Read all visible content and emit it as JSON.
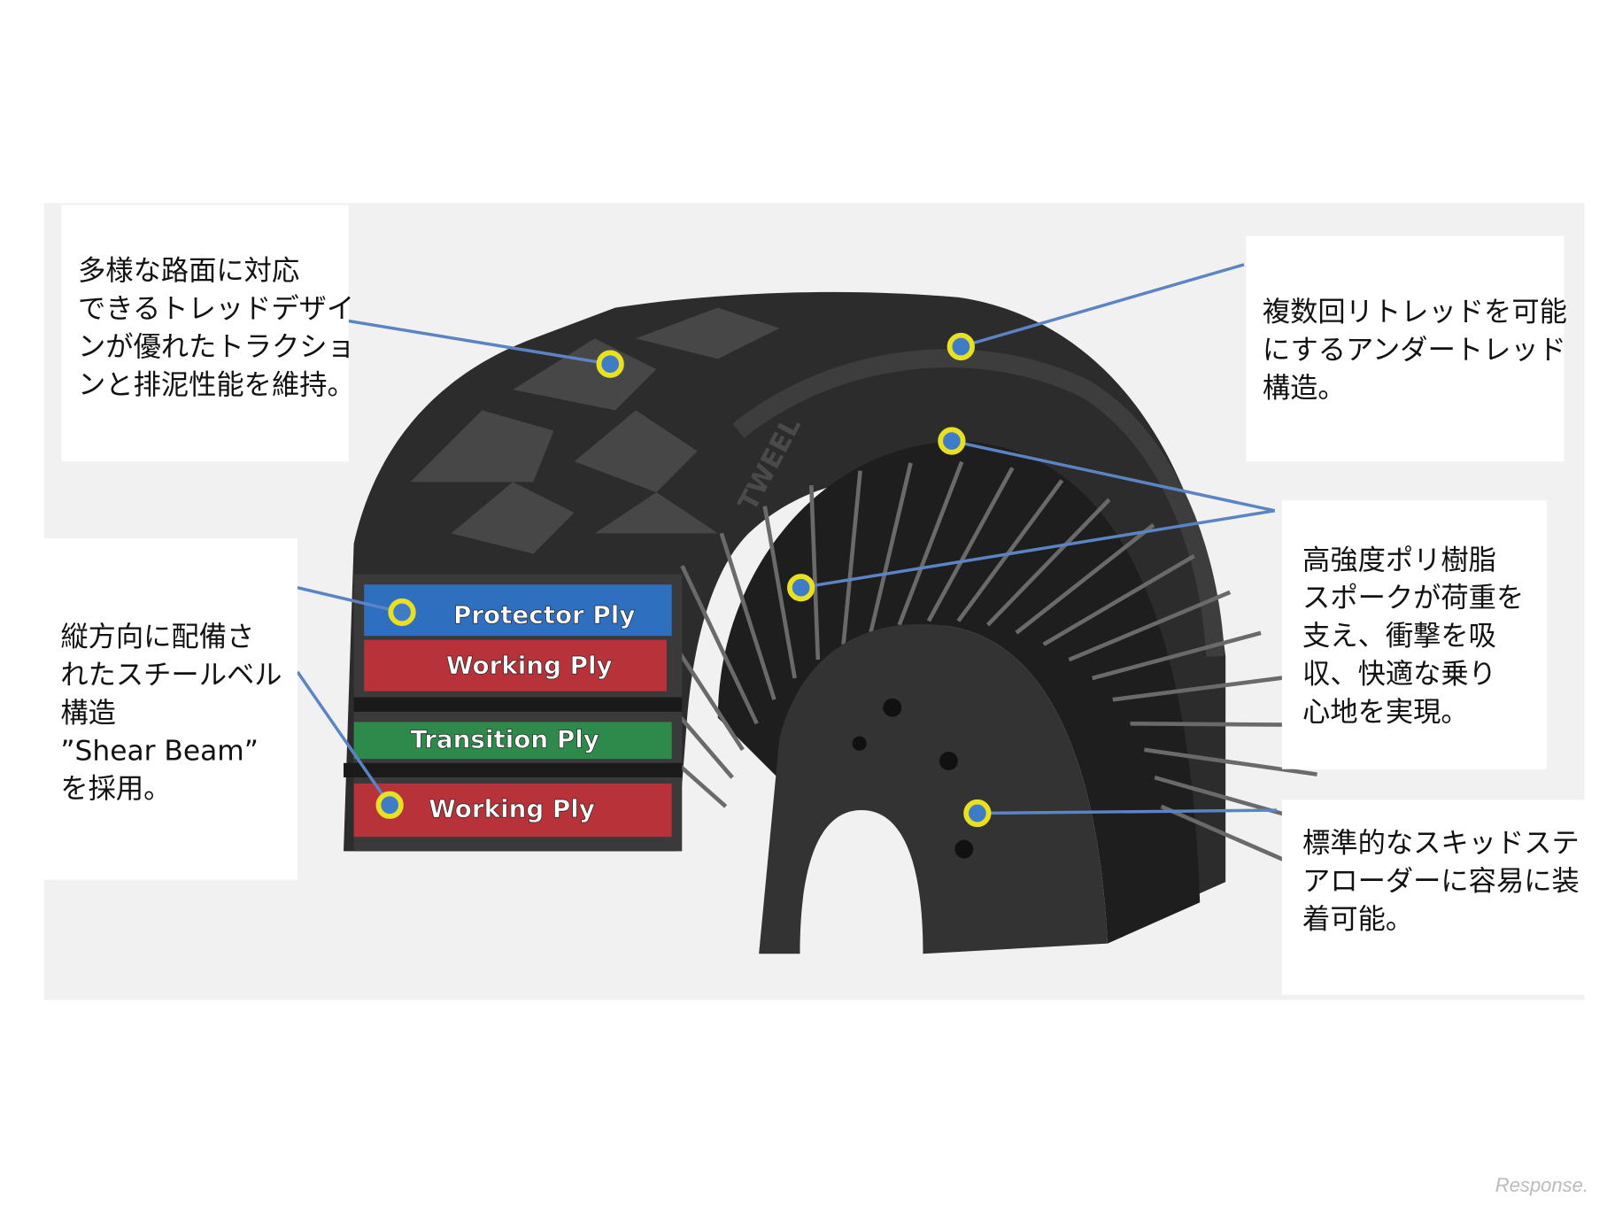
{
  "callouts": {
    "tread": {
      "lines": [
        "多様な路面に対応",
        "できるトレッドデザイ",
        "ンが優れたトラクショ",
        "ンと排泥性能を維持。"
      ]
    },
    "shear_beam": {
      "lines": [
        "縦方向に配備さ",
        "れたスチールベル",
        "構造",
        "”Shear Beam”",
        "を採用。"
      ]
    },
    "undertread": {
      "lines": [
        "複数回リトレッドを可能",
        "にするアンダートレッド",
        "構造。"
      ]
    },
    "spokes": {
      "lines": [
        "高強度ポリ樹脂",
        "スポークが荷重を",
        "支え、衝撃を吸",
        "収、快適な乗り",
        "心地を実現。"
      ]
    },
    "hub": {
      "lines": [
        "標準的なスキッドステ",
        "アローダーに容易に装",
        "着可能。"
      ]
    }
  },
  "plies": [
    "Protector Ply",
    "Working Ply",
    "Transition Ply",
    "Working Ply"
  ],
  "sidewall_brand": "TWEEL",
  "watermark": "Response.",
  "colors": {
    "protector": "#2f6fc0",
    "working": "#b8323a",
    "transition": "#2e8a4a",
    "marker": "#e8e020",
    "leader": "#5b84c4"
  }
}
